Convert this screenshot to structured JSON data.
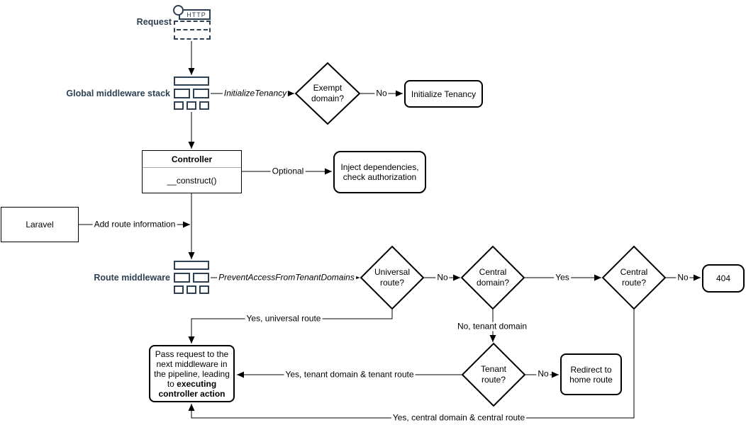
{
  "colors": {
    "navy_accent": "#2e4154",
    "shape_stroke": "#000000",
    "background": "#ffffff"
  },
  "nodes": {
    "request": {
      "label": "Request",
      "http": "HTTP",
      "icon": "http-request-icon"
    },
    "global_stack": {
      "label": "Global middleware stack",
      "icon": "middleware-stack-icon"
    },
    "exempt_domain": {
      "label": "Exempt\ndomain?"
    },
    "initialize_tenancy": {
      "label": "Initialize Tenancy"
    },
    "controller": {
      "title": "Controller",
      "method": "__construct()"
    },
    "inject": {
      "label": "Inject dependencies,\ncheck authorization"
    },
    "laravel": {
      "label": "Laravel"
    },
    "route_middleware": {
      "label": "Route middleware",
      "icon": "middleware-stack-icon"
    },
    "universal_route": {
      "label": "Universal\nroute?"
    },
    "central_domain": {
      "label": "Central\ndomain?"
    },
    "central_route": {
      "label": "Central\nroute?"
    },
    "not_found": {
      "label": "404"
    },
    "tenant_route": {
      "label": "Tenant\nroute?"
    },
    "redirect_home": {
      "label": "Redirect to\nhome route"
    },
    "pass_request": {
      "text": "Pass request to the next middleware in the pipeline, leading to ",
      "bold": "executing controller action"
    }
  },
  "edges": {
    "initialize_tenancy": "InitializeTenancy",
    "exempt_no": "No",
    "optional": "Optional",
    "add_route_information": "Add route information",
    "prevent_access": "PreventAccessFromTenantDomains",
    "universal_no": "No",
    "central_domain_yes": "Yes",
    "central_route_no": "No",
    "yes_universal_route": "Yes, universal route",
    "no_tenant_domain": "No, tenant domain",
    "yes_tenant_domain_route": "Yes, tenant domain & tenant route",
    "tenant_no": "No",
    "yes_central_domain_route": "Yes, central domain & central route"
  }
}
